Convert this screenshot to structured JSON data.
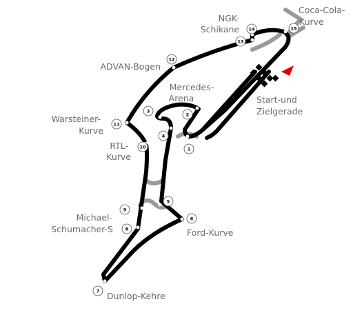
{
  "map": {
    "colors": {
      "track": "#000000",
      "track_inner": "#ffffff",
      "old_layout": "#9a9a9a",
      "label": "#6b6b6b",
      "start_marker": "#e00000"
    },
    "labels": {
      "ngk": [
        "NGK-",
        "Schikane"
      ],
      "coca_cola": [
        "Coca-Cola-",
        "Kurve"
      ],
      "advan": [
        "ADVAN-Bogen"
      ],
      "mercedes": [
        "Mercedes-",
        "Arena"
      ],
      "start_ziel": [
        "Start-und",
        "Zielgerade"
      ],
      "warsteiner": [
        "Warsteiner-",
        "Kurve"
      ],
      "rtl": [
        "RTL-",
        "Kurve"
      ],
      "michael": [
        "Michael-",
        "Schumacher-S"
      ],
      "ford": [
        "Ford-Kurve"
      ],
      "dunlop": [
        "Dunlop-Kehre"
      ]
    },
    "turns": [
      "1",
      "2",
      "3",
      "4",
      "5",
      "6",
      "7",
      "8",
      "9",
      "10",
      "11",
      "12",
      "13",
      "14",
      "15"
    ]
  }
}
